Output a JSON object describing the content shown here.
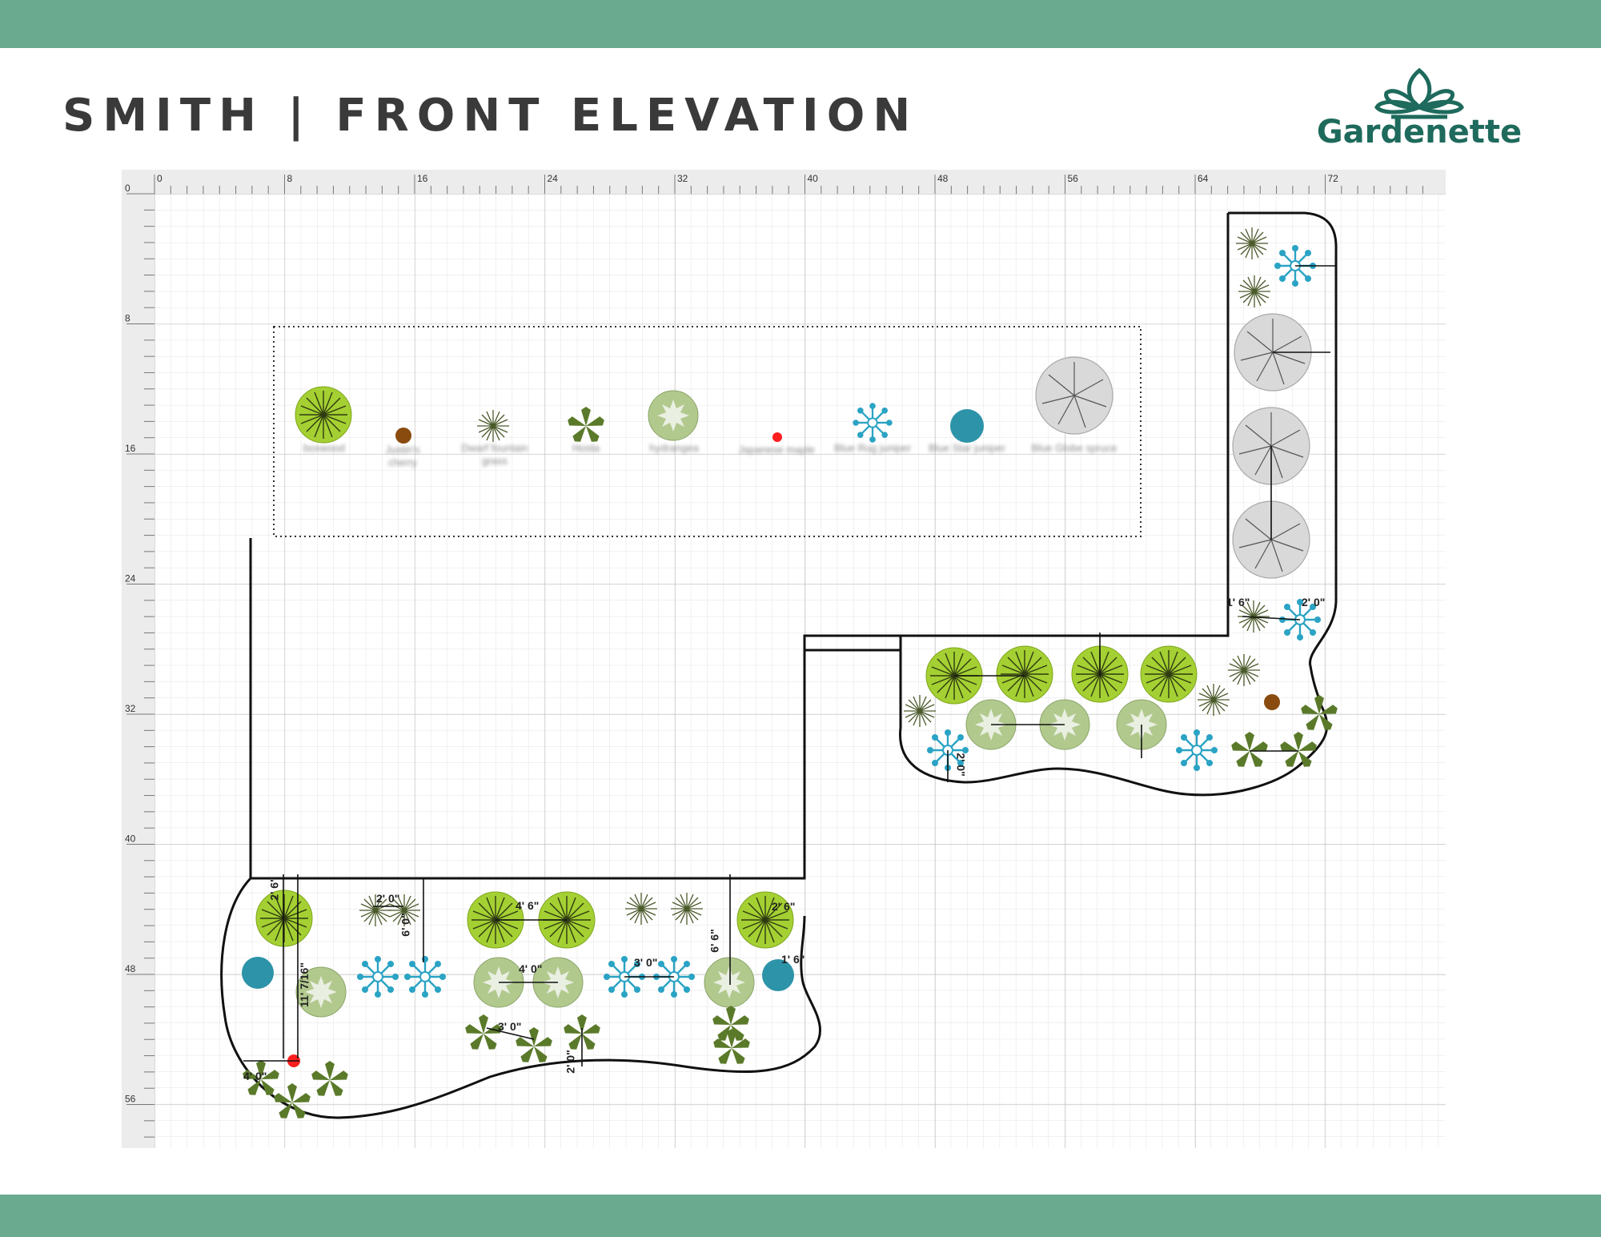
{
  "header": {
    "title": "SMITH | FRONT ELEVATION"
  },
  "brand": {
    "name": "Gardenette",
    "color": "#1e6a5c",
    "band_color": "#6aaa8e"
  },
  "ruler": {
    "top_ticks": [
      "0",
      "8",
      "16",
      "24",
      "32",
      "40",
      "48",
      "56",
      "64",
      "72"
    ],
    "left_ticks": [
      "0",
      "8",
      "16",
      "24",
      "32",
      "40",
      "48",
      "56"
    ]
  },
  "legend": {
    "plants": [
      {
        "icon": "lime-tree-icon",
        "name": "boxwood"
      },
      {
        "icon": "brown-dot-icon",
        "name": "Justin's cherry"
      },
      {
        "icon": "grass-icon",
        "name": "Dwarf fountain grass"
      },
      {
        "icon": "star-leaf-icon",
        "name": "Hosta"
      },
      {
        "icon": "sage-shrub-icon",
        "name": "hydrangea"
      },
      {
        "icon": "red-dot-icon",
        "name": "Japanese maple"
      },
      {
        "icon": "blue-snowflake-icon",
        "name": "Blue Rug juniper"
      },
      {
        "icon": "teal-dot-icon",
        "name": "Blue Star juniper"
      },
      {
        "icon": "grey-tree-icon",
        "name": "Blue Globe spruce"
      }
    ]
  },
  "dimensions": {
    "left_bed": [
      "2' 6\"",
      "2' 0\"",
      "6' 0\"",
      "4' 6\"",
      "2' 6\"",
      "6' 6\"",
      "11' 7/16\"",
      "4' 0\"",
      "3' 0\"",
      "1' 6\"",
      "3' 0\"",
      "2' 0\"",
      "4' 0\""
    ],
    "right_bed": [
      "1' 6\"",
      "2' 0\"",
      "2' 0\""
    ]
  }
}
